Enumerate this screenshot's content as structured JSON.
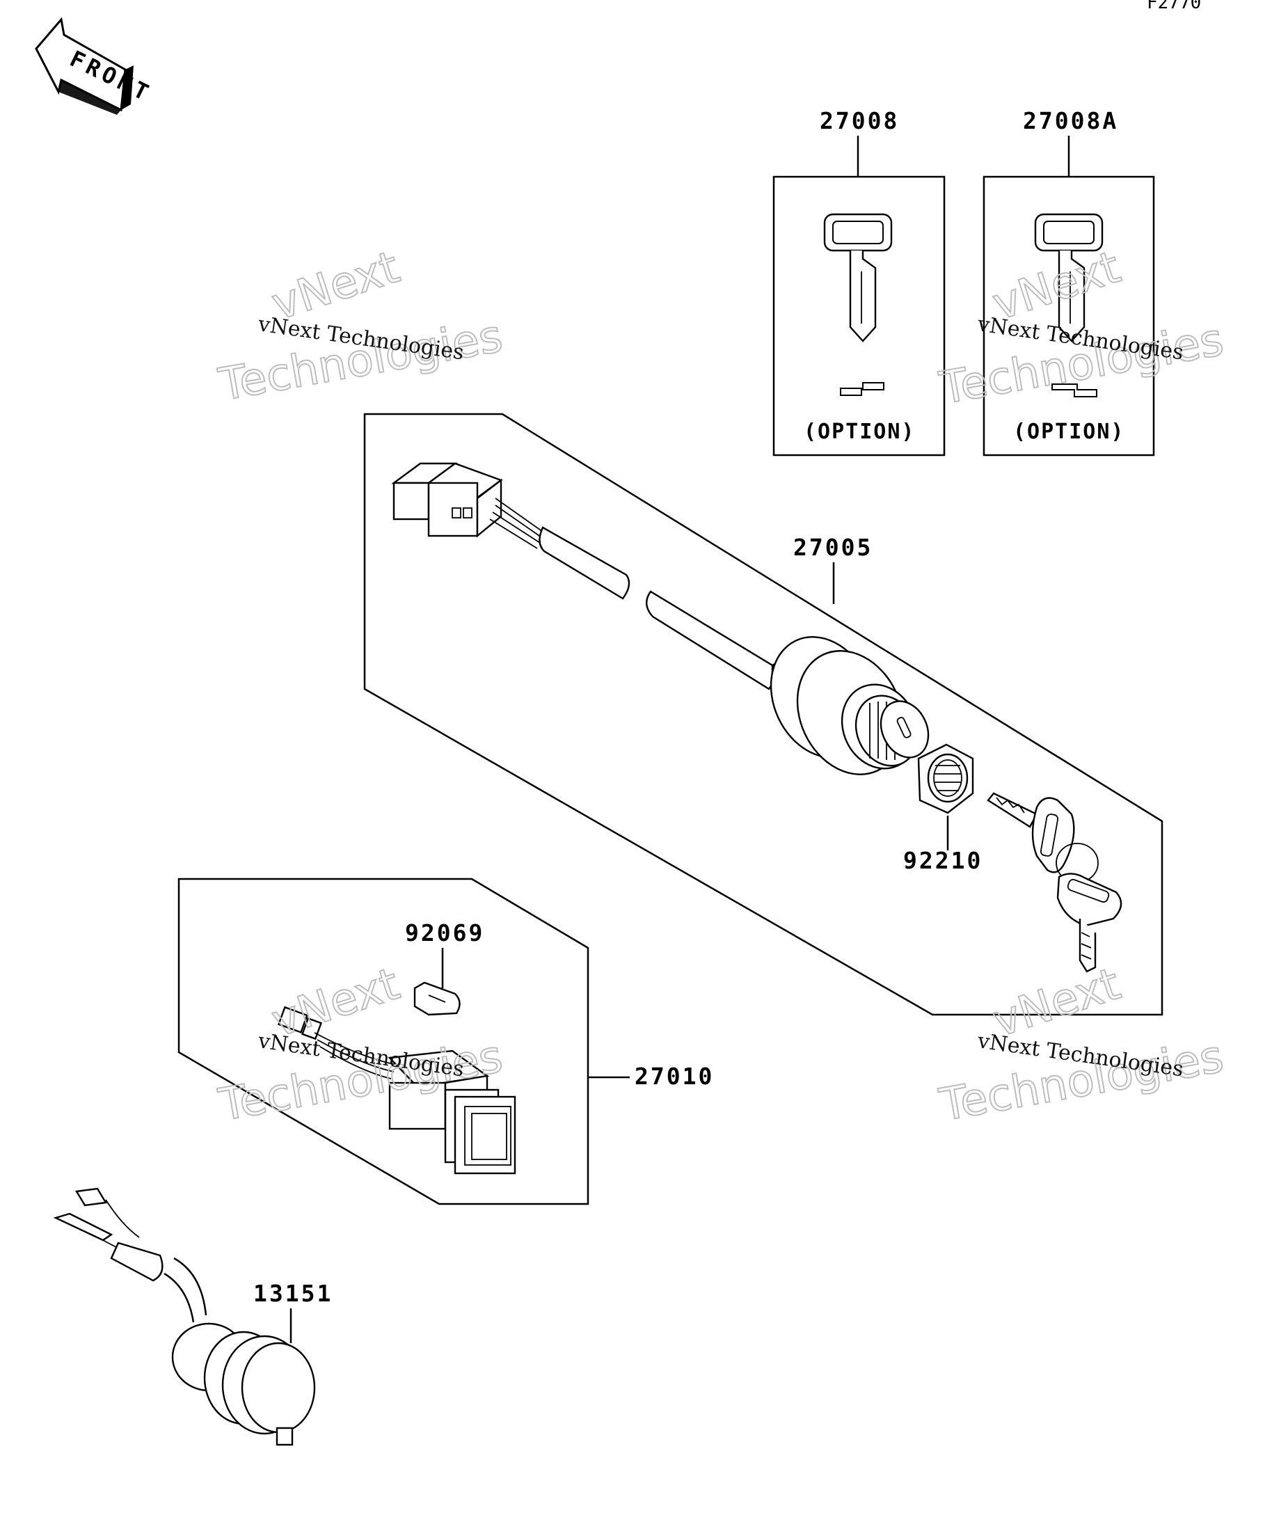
{
  "figure_code": "F2770",
  "front_label": "FRONT",
  "parts": {
    "p27008": "27008",
    "p27008A": "27008A",
    "p27005": "27005",
    "p92210": "92210",
    "p92069": "92069",
    "p27010": "27010",
    "p13151": "13151"
  },
  "option_label": "(OPTION)",
  "watermark": {
    "line_small": "vNext Technologies",
    "line_big_1": "vNext",
    "line_big_2": "Technologies"
  },
  "icons": [
    "front-arrow-icon",
    "ignition-key-icon",
    "key-cut-symbol-icon"
  ]
}
